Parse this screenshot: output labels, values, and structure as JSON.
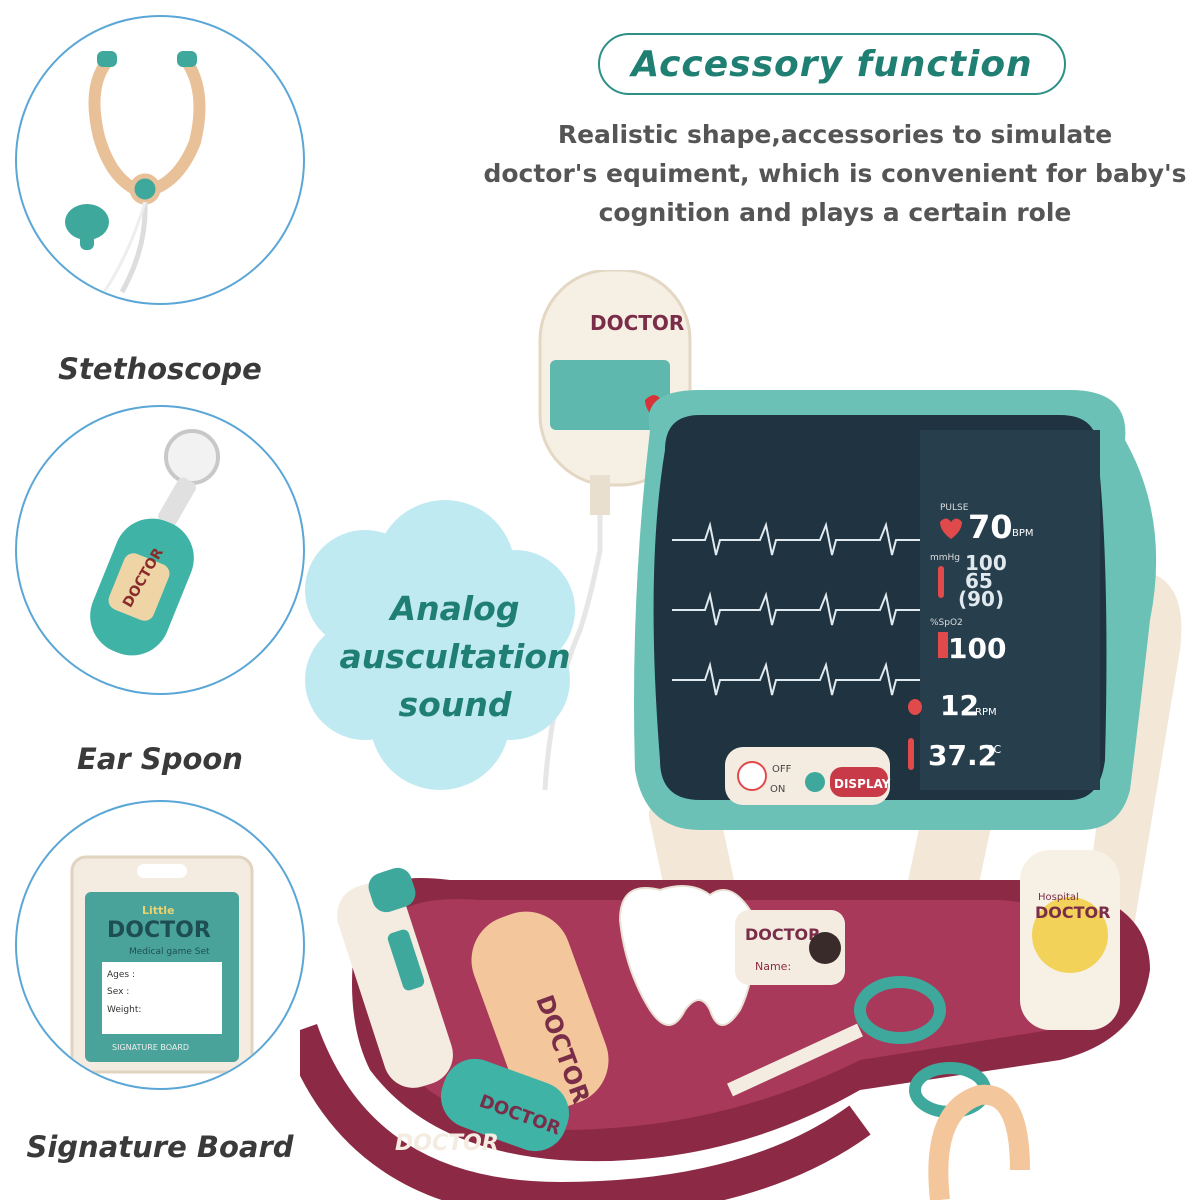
{
  "heading": {
    "title": "Accessory function",
    "description_lines": [
      "Realistic shape,accessories to simulate",
      "doctor's equiment,  which is convenient for baby's",
      "cognition and plays a certain role"
    ]
  },
  "accessories": [
    {
      "label": "Stethoscope",
      "icon": "stethoscope-icon"
    },
    {
      "label": "Ear Spoon",
      "icon": "ear-spoon-icon"
    },
    {
      "label": "Signature Board",
      "icon": "signature-board-icon"
    }
  ],
  "sound_bubble": {
    "lines": [
      "Analog",
      "auscultation",
      "sound"
    ]
  },
  "monitor": {
    "pulse_label": "PULSE",
    "pulse_value": "70",
    "pulse_unit": "BPM",
    "bp_label": "mmHg",
    "bp_values": [
      "100",
      "65",
      "(90)"
    ],
    "spo2_label": "%SpO2",
    "spo2_value": "100",
    "resp_value": "12",
    "resp_unit": "RPM",
    "temp_value": "37.2",
    "temp_unit": "°C",
    "off_label": "OFF",
    "on_label": "ON",
    "display_label": "DISPLAY"
  },
  "brand": {
    "little": "Little",
    "doctor": "DOCTOR",
    "medical_game_set": "Medical game Set",
    "ages_label": "Ages :",
    "sex_label": "Sex :",
    "weight_label": "Weight:",
    "signature_board": "SIGNATURE BOARD",
    "hospital": "Hospital",
    "name_label": "Name:"
  },
  "colors": {
    "teal": "#5fb8ad",
    "teal_dark": "#1f7f73",
    "maroon": "#8c2a45",
    "cream": "#f4ece0",
    "screen": "#1f3340"
  }
}
